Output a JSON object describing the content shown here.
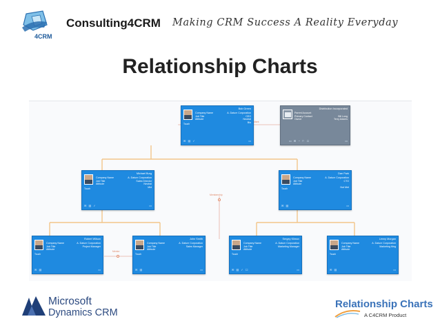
{
  "header": {
    "brand": "Consulting4CRM",
    "tagline": "Making CRM Success A Reality Everyday",
    "logo_text": "4CRM"
  },
  "title": "Relationship Charts",
  "chart": {
    "cards": [
      {
        "name": "Bob Green",
        "fields": [
          [
            "Company Name",
            "A. Datum Corporation"
          ],
          [
            "Job Title",
            "CEO"
          ],
          [
            "Attitude",
            "Neutral"
          ],
          [
            "",
            "Bio"
          ]
        ],
        "touch": "Touch"
      },
      {
        "name": "Distribution Incorporated",
        "fields": [
          [
            "Parent Account",
            ""
          ],
          [
            "Primary Contact",
            "Bill Long"
          ],
          [
            "Owner",
            "Terry Adams"
          ]
        ]
      },
      {
        "name": "Michael Burg",
        "fields": [
          [
            "Company Name",
            "A. Datum Corporation"
          ],
          [
            "Job Title",
            "Sales Director"
          ],
          [
            "Attitude",
            "Neutral"
          ],
          [
            "",
            "Mid"
          ]
        ],
        "touch": "Touch"
      },
      {
        "name": "Dan Park",
        "fields": [
          [
            "Company Name",
            "A. Datum Corporation"
          ],
          [
            "Job Title",
            "CTO"
          ],
          [
            "Attitude",
            ""
          ],
          [
            "",
            "Not Met"
          ]
        ],
        "touch": "Touch"
      },
      {
        "name": "Robert Wilson",
        "fields": [
          [
            "Company Name",
            "A. Datum Corporation"
          ],
          [
            "Job Title",
            "Project Manager"
          ],
          [
            "Attitude",
            ""
          ]
        ],
        "touch": "Touch"
      },
      {
        "name": "John Smith",
        "fields": [
          [
            "Company Name",
            "A. Datum Corporation"
          ],
          [
            "Job Title",
            "Sales Manager"
          ],
          [
            "Attitude",
            ""
          ]
        ],
        "touch": "Touch"
      },
      {
        "name": "Sergey Klimov",
        "fields": [
          [
            "Company Name",
            "A. Datum Corporation"
          ],
          [
            "Job Title",
            "Marketing Manager"
          ],
          [
            "Attitude",
            ""
          ]
        ],
        "touch": "Touch"
      },
      {
        "name": "Lenny Morgan",
        "fields": [
          [
            "Company Name",
            "A. Datum Corporation"
          ],
          [
            "Job Title",
            "Marketing Mng"
          ],
          [
            "Attitude",
            ""
          ]
        ],
        "touch": "Touch"
      }
    ],
    "relations": [
      "consultant",
      "Membership",
      "Mentor"
    ]
  },
  "footer": {
    "ms_line1": "Microsoft",
    "ms_line2": "Dynamics CRM",
    "rc_title": "Relationship Charts",
    "rc_sub": "A C4CRM Product"
  },
  "colors": {
    "card": "#1f8ae0",
    "card_gray": "#78889a",
    "connector": "#f3c58a",
    "relation": "#e08a6a",
    "title": "#222222"
  }
}
